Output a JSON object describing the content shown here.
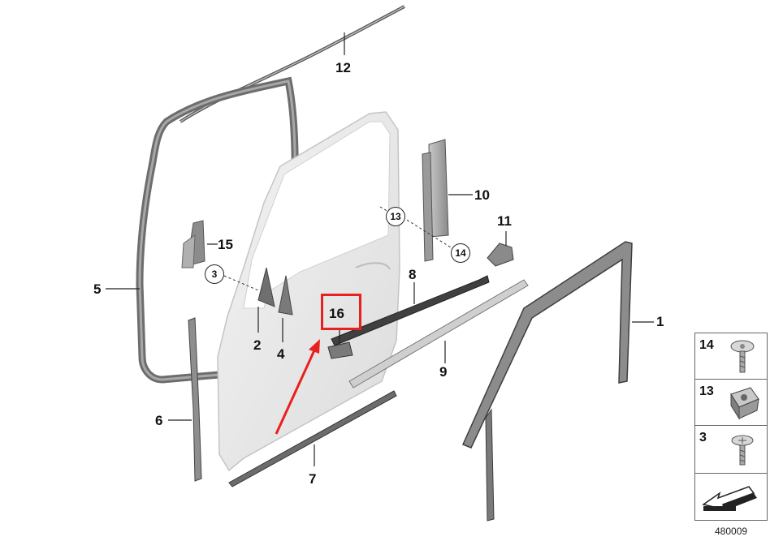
{
  "part_labels": {
    "p1": "1",
    "p2": "2",
    "p4": "4",
    "p5": "5",
    "p6": "6",
    "p7": "7",
    "p8": "8",
    "p9": "9",
    "p10": "10",
    "p11": "11",
    "p12": "12",
    "p15": "15",
    "p16": "16"
  },
  "circled_labels": {
    "c3": "3",
    "c13": "13",
    "c14": "14"
  },
  "highlight": {
    "label": "16",
    "color": "#e8201e"
  },
  "legend": [
    {
      "number": "14",
      "icon": "screw-icon"
    },
    {
      "number": "13",
      "icon": "clip-nut-icon"
    },
    {
      "number": "3",
      "icon": "screw-icon"
    },
    {
      "number": "",
      "icon": "front-direction-arrow-icon"
    }
  ],
  "document_number": "480009"
}
